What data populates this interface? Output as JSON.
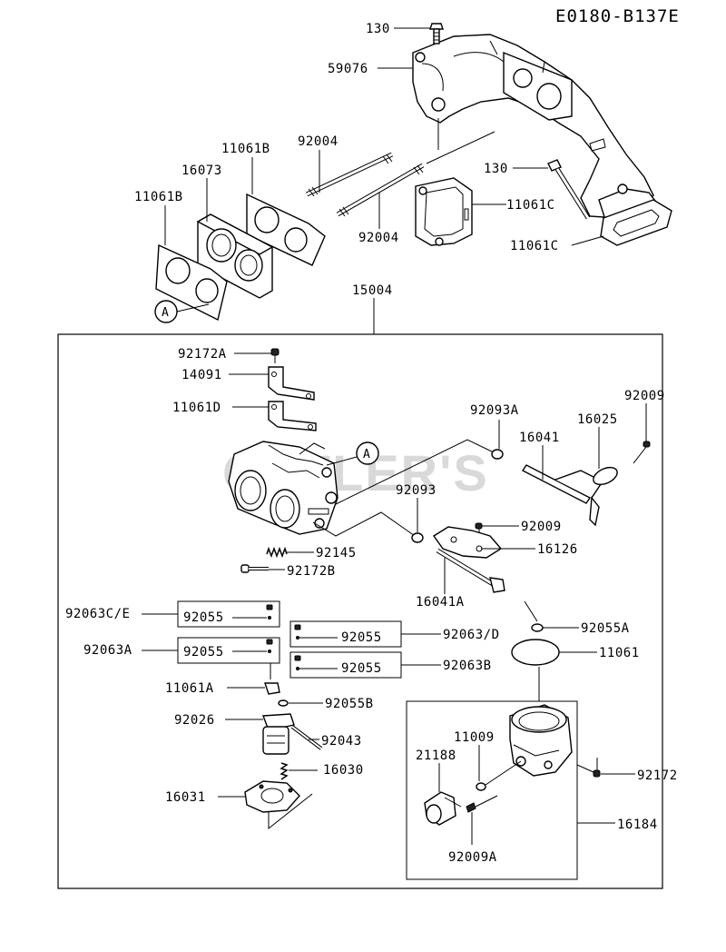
{
  "diagram_code": "E0180-B137E",
  "watermark": "CUTLER'S",
  "callout_ref": "A",
  "labels": {
    "p130_top": "130",
    "p59076": "59076",
    "p11061B_upper": "11061B",
    "p92004_upper": "92004",
    "p16073": "16073",
    "p11061B_lower": "11061B",
    "p92004_lower": "92004",
    "p130_right": "130",
    "p11061C_upper": "11061C",
    "p11061C_lower": "11061C",
    "p15004": "15004",
    "p92172A": "92172A",
    "p14091": "14091",
    "p11061D": "11061D",
    "p92093A": "92093A",
    "p92009_top": "92009",
    "p16025": "16025",
    "p16041": "16041",
    "p92093": "92093",
    "p92009_mid": "92009",
    "p16126": "16126",
    "p92145": "92145",
    "p92172B": "92172B",
    "p16041A": "16041A",
    "p92063CE": "92063C/E",
    "p92055_box1": "92055",
    "p92055_box2": "92055",
    "p92063D": "92063/D",
    "p92055A": "92055A",
    "p92063A": "92063A",
    "p92055_box3": "92055",
    "p11061": "11061",
    "p92055_box4": "92055",
    "p92063B": "92063B",
    "p11061A": "11061A",
    "p92055B": "92055B",
    "p92026": "92026",
    "p92043": "92043",
    "p11009": "11009",
    "p21188": "21188",
    "p92172": "92172",
    "p16030": "16030",
    "p16031": "16031",
    "p16184": "16184",
    "p92009A": "92009A"
  }
}
